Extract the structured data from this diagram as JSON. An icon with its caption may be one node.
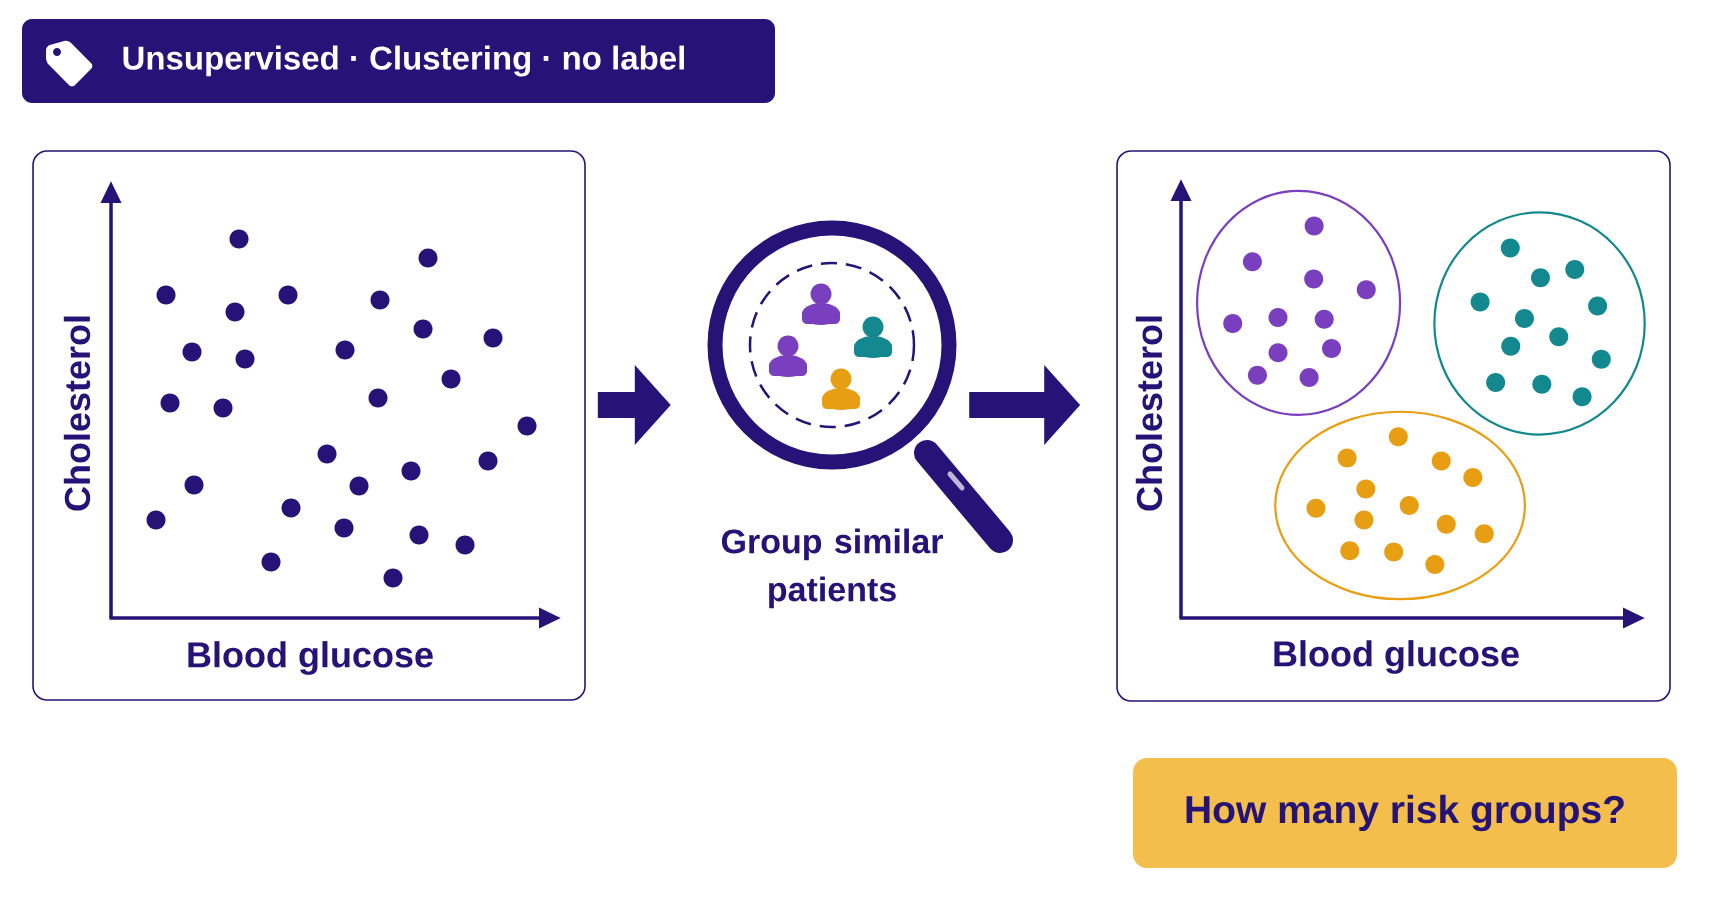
{
  "diagram": {
    "title": "Unsupervised · Clustering · no label",
    "nodes": [
      {
        "text": [
          "Cholesterol",
          "Blood glucose"
        ]
      },
      {
        "text": [
          "Group similar patients"
        ]
      },
      {
        "text": [
          "Cholesterol",
          "Blood glucose"
        ]
      },
      {
        "text": [
          "How many risk groups?"
        ]
      }
    ],
    "edges": [
      {
        "from": 0,
        "to": 1,
        "arrow": "to"
      },
      {
        "from": 1,
        "to": 2,
        "arrow": "to"
      }
    ]
  }
}
